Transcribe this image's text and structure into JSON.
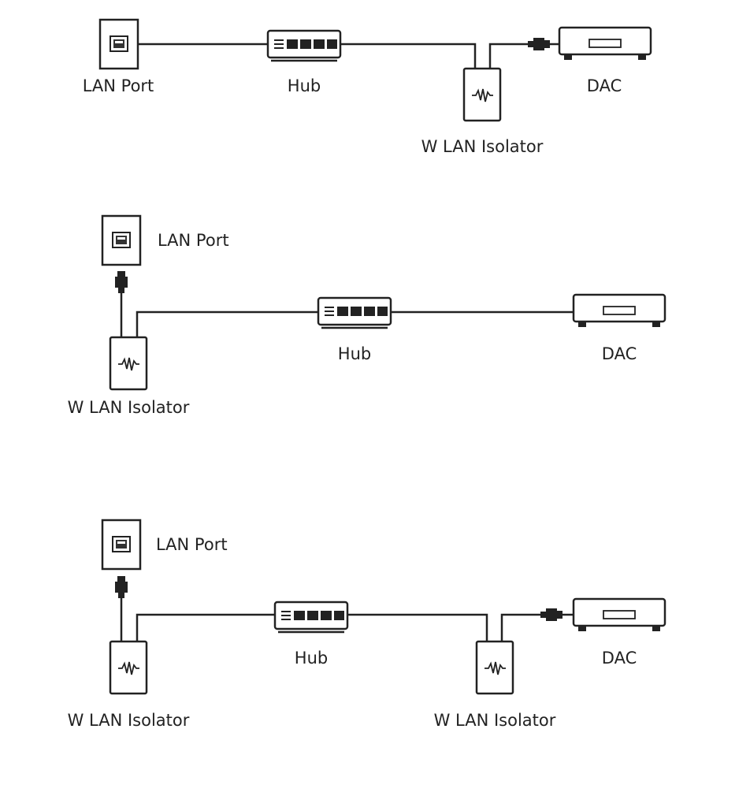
{
  "diagrams": [
    {
      "labels": {
        "lan_port": "LAN Port",
        "hub": "Hub",
        "isolator": "W LAN Isolator",
        "dac": "DAC"
      }
    },
    {
      "labels": {
        "lan_port": "LAN Port",
        "isolator": "W LAN Isolator",
        "hub": "Hub",
        "dac": "DAC"
      }
    },
    {
      "labels": {
        "lan_port": "LAN Port",
        "isolator_left": "W LAN Isolator",
        "hub": "Hub",
        "isolator_right": "W LAN Isolator",
        "dac": "DAC"
      }
    }
  ],
  "icons": {
    "wall_port": "ethernet-wall-port-icon",
    "hub": "network-hub-icon",
    "isolator": "lan-isolator-icon",
    "dac": "dac-icon",
    "plug": "rj45-plug-icon"
  },
  "colors": {
    "line": "#222222",
    "background": "#ffffff"
  }
}
